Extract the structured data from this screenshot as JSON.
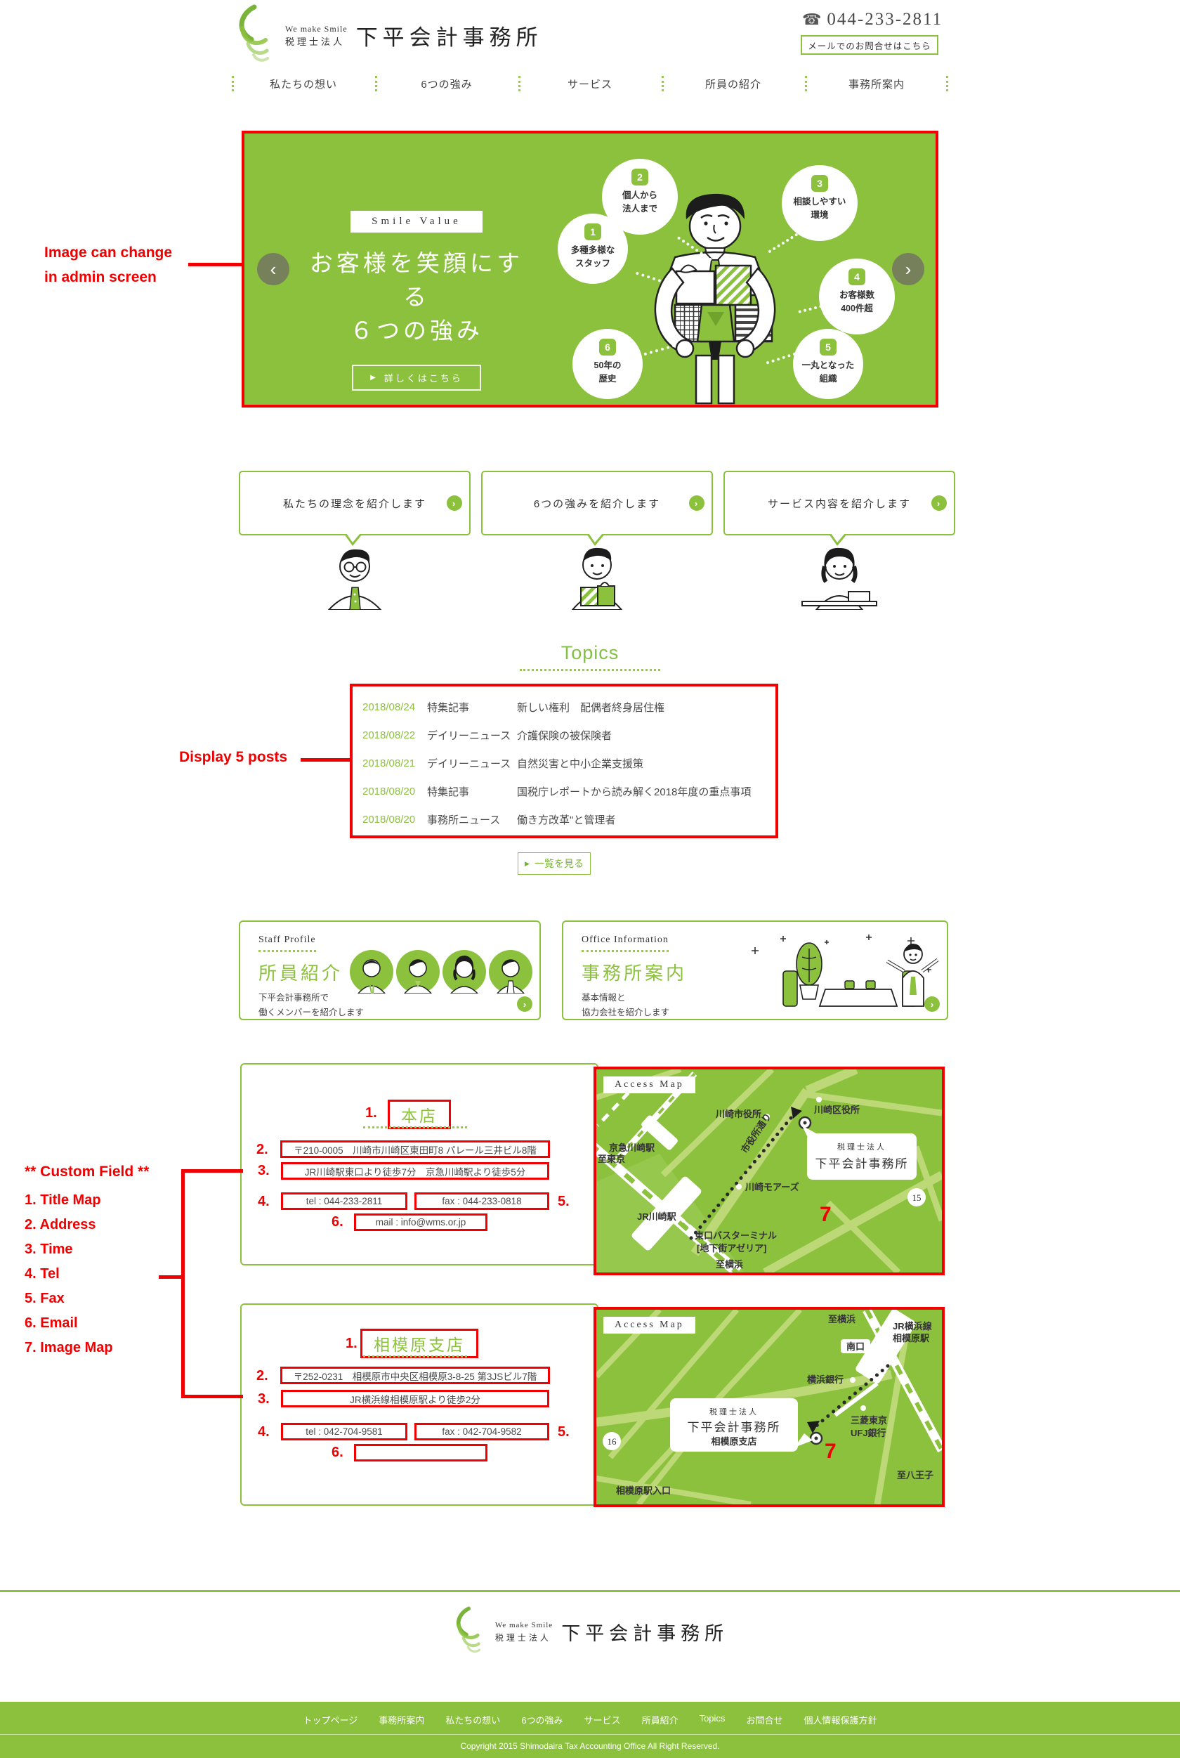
{
  "icons": {
    "arrow": "›",
    "play": "▶",
    "prev": "‹",
    "next": "›",
    "phone": "☎"
  },
  "annotations": {
    "hero_note": {
      "line1": "Image can change",
      "line2": "in admin screen"
    },
    "topics_note": "Display 5 posts",
    "custom_field_title": "** Custom Field **",
    "custom_field_items": [
      "1. Title Map",
      "2. Address",
      "3. Time",
      "4. Tel",
      "5. Fax",
      "6. Email",
      "7. Image Map"
    ],
    "field_labels": {
      "f1": "1.",
      "f2": "2.",
      "f3": "3.",
      "f4": "4.",
      "f5": "5.",
      "f6": "6.",
      "f7": "7"
    }
  },
  "header": {
    "logo_tagline": "We make Smile",
    "logo_subtitle": "税理士法人",
    "logo_name": "下平会計事務所",
    "phone": "044-233-2811",
    "contact_button": "メールでのお問合せはこちら",
    "nav": [
      "私たちの想い",
      "6つの強み",
      "サービス",
      "所員の紹介",
      "事務所案内"
    ]
  },
  "hero": {
    "badge": "Smile Value",
    "title1": "お客様を笑顔にする",
    "title2": "６つの強み",
    "cta": "詳しくはこちら",
    "strengths": [
      {
        "num": "1",
        "line1": "多種多様な",
        "line2": "スタッフ"
      },
      {
        "num": "2",
        "line1": "個人から",
        "line2": "法人まで"
      },
      {
        "num": "3",
        "line1": "相談しやすい",
        "line2": "環境"
      },
      {
        "num": "4",
        "line1": "お客様数",
        "line2": "400件超"
      },
      {
        "num": "5",
        "line1": "一丸となった",
        "line2": "組織"
      },
      {
        "num": "6",
        "line1": "50年の",
        "line2": "歴史"
      }
    ]
  },
  "intro_cards": [
    {
      "text": "私たちの理念を紹介します"
    },
    {
      "text": "6つの強みを紹介します"
    },
    {
      "text": "サービス内容を紹介します"
    }
  ],
  "topics": {
    "title": "Topics",
    "posts": [
      {
        "date": "2018/08/24",
        "category": "特集記事",
        "title": "新しい権利　配偶者終身居住権"
      },
      {
        "date": "2018/08/22",
        "category": "デイリーニュース",
        "title": "介護保険の被保険者"
      },
      {
        "date": "2018/08/21",
        "category": "デイリーニュース",
        "title": "自然災害と中小企業支援策"
      },
      {
        "date": "2018/08/20",
        "category": "特集記事",
        "title": "国税庁レポートから読み解く2018年度の重点事項"
      },
      {
        "date": "2018/08/20",
        "category": "事務所ニュース",
        "title": "働き方改革\"と管理者"
      }
    ],
    "more_label": "一覧を見る"
  },
  "info_cards": {
    "staff": {
      "label": "Staff Profile",
      "title": "所員紹介",
      "desc1": "下平会計事務所で",
      "desc2": "働くメンバーを紹介します"
    },
    "office": {
      "label": "Office Information",
      "title": "事務所案内",
      "desc1": "基本情報と",
      "desc2": "協力会社を紹介します"
    }
  },
  "stores": [
    {
      "name": "本店",
      "address": "〒210-0005　川崎市川崎区東田町8 パレール三井ビル8階",
      "access": "JR川崎駅東口より徒歩7分　京急川崎駅より徒歩5分",
      "tel": "tel : 044-233-2811",
      "fax": "fax : 044-233-0818",
      "mail": "mail : info@wms.or.jp",
      "map_label": "Access Map",
      "map_marker": "7",
      "map": {
        "city_hall": "川崎市役所",
        "ward_office": "川崎区役所",
        "keikyu_station": "京急川崎駅",
        "to_tokyo": "至東京",
        "shiyakusho_dori": "市役所通り",
        "kawasaki_mores": "川崎モアーズ",
        "jr_station": "JR川崎駅",
        "bus_terminal": "東口バスターミナル",
        "azalea": "[地下街アゼリア]",
        "to_yokohama": "至横浜",
        "route": "15",
        "callout_small": "税理士法人",
        "callout_big": "下平会計事務所"
      }
    },
    {
      "name": "相模原支店",
      "address": "〒252-0231　相模原市中央区相模原3-8-25 第3JSビル7階",
      "access": "JR横浜線相模原駅より徒歩2分",
      "tel": "tel : 042-704-9581",
      "fax": "fax : 042-704-9582",
      "mail": "",
      "map_label": "Access Map",
      "map_marker": "7",
      "map": {
        "to_yokohama": "至横浜",
        "line_name": "JR横浜線",
        "station": "相模原駅",
        "south_exit": "南口",
        "yokohama_bank": "横浜銀行",
        "mufg1": "三菱東京",
        "mufg2": "UFJ銀行",
        "route": "16",
        "station_entrance": "相模原駅入口",
        "to_hachioji": "至八王子",
        "callout_small": "税理士法人",
        "callout_big": "下平会計事務所",
        "callout_sub": "相模原支店"
      }
    }
  ],
  "footer": {
    "logo_tagline": "We make Smile",
    "logo_subtitle": "税理士法人",
    "logo_name": "下平会計事務所",
    "links": [
      "トップページ",
      "事務所案内",
      "私たちの想い",
      "6つの強み",
      "サービス",
      "所員紹介",
      "Topics",
      "お問合せ",
      "個人情報保護方針"
    ],
    "copyright": "Copyright 2015 Shimodaira Tax Accounting Office All Right Reserved."
  },
  "colors": {
    "green": "#8cc13e",
    "red": "#f00000"
  }
}
